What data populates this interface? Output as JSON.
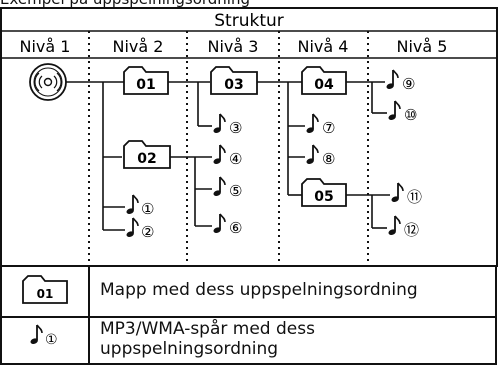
{
  "caption": "Exempel på uppspelningsordning",
  "header": {
    "title": "Struktur",
    "levels": [
      "Nivå 1",
      "Nivå 2",
      "Nivå 3",
      "Nivå 4",
      "Nivå 5"
    ]
  },
  "folders": [
    "01",
    "02",
    "03",
    "04",
    "05"
  ],
  "tracks": [
    "①",
    "②",
    "③",
    "④",
    "⑤",
    "⑥",
    "⑦",
    "⑧",
    "⑨",
    "⑩",
    "⑪",
    "⑫"
  ],
  "legend": {
    "folder_icon_label": "01",
    "folder_text": "Mapp med dess uppspelningsordning",
    "track_icon_label": "①",
    "track_text": "MP3/WMA-spår med dess uppspelningsordning"
  }
}
